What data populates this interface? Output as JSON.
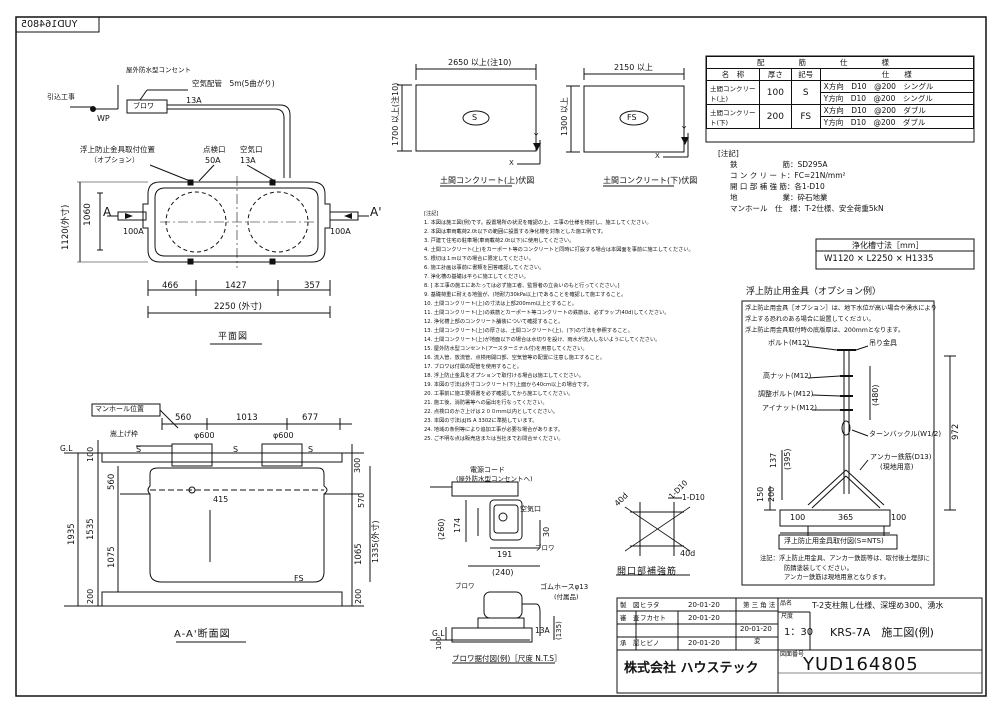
{
  "drawing_no": "YUD164805",
  "plan": {
    "wp_label": "WP",
    "wire_work": "引込工事",
    "outlet": "屋外防水型コンセント",
    "air_pipe": "空気配管　5m(5曲がり)",
    "blower": "ブロワ",
    "pipe_13a": "13A",
    "float_pos": "浮上防止金具取付位置",
    "option": "（オプション）",
    "inlet_label": "点検口",
    "inlet_size": "50A",
    "air_label": "空気口",
    "air_size": "13A",
    "dim_1060": "1060",
    "dim_1120": "1120(外寸)",
    "a_left": "A",
    "a_right": "A'",
    "pipe_in": "100A",
    "pipe_out": "100A",
    "dim_466": "466",
    "dim_1427": "1427",
    "dim_357": "357",
    "dim_2250": "2250 (外寸)",
    "title": "平面図"
  },
  "slab_upper": {
    "w": "2650 以上(注10)",
    "h": "1700 以上(注10)",
    "mark": "S",
    "y": "Y",
    "x": "X",
    "title": "土間コンクリート(上)伏図"
  },
  "slab_lower": {
    "w": "2150 以上",
    "h": "1300 以上",
    "mark": "FS",
    "y": "Y",
    "x": "X",
    "title": "土間コンクリート(下)伏図"
  },
  "rebar_table": {
    "title_1": "配",
    "title_2": "筋",
    "title_3": "仕",
    "title_4": "様",
    "headers": [
      "名　称",
      "厚さ",
      "記号",
      "仕　　様"
    ],
    "rows": [
      {
        "name": "土間コンクリート(上)",
        "t": "100",
        "sym": "S",
        "x": "X方向　D10　@200　シングル",
        "y": "Y方向　D10　@200　シングル"
      },
      {
        "name": "土間コンクリート(下)",
        "t": "200",
        "sym": "FS",
        "x": "X方向　D10　@200　ダブル",
        "y": "Y方向　D10　@200　ダブル"
      }
    ]
  },
  "spec_notes": [
    "[注記]",
    "鉄　　　　　　筋：SD295A",
    "コ ン ク リ ー ト：FC=21N/mm²",
    "開 口 部 補 強 筋：各1-D10",
    "地　　　　　　業：砕石地業",
    "マンホール　仕　様：T-2仕様、安全荷重5kN"
  ],
  "tank_size": {
    "title": "浄化槽寸法［mm］",
    "value": "W1120 × L2250 × H1335"
  },
  "general_notes": [
    "[注記]",
    "1. 本図は施工図(例)です。設置場所の状況を確認の上、工事の仕様を検討し、施工してください。",
    "2. 本図は車両載荷2.0t以下の範囲に設置する浄化槽を対象とした施工例です。",
    "3. 戸建て住宅の駐車場(車両載荷2.0t以下)に使用してください。",
    "4. 土間コンクリート(上)をカーポート等のコンクリートと同時に打設する場合は本図面を事前に施工してください。",
    "5. 根切は１m以下の場合に限定してください。",
    "6. 施工計画は事前に書類を回答確認してください。",
    "7. 浄化槽の基礎は平らに施工してください。",
    "8. [ 本工事の施工にあたっては必ず施工者、監督者の立会いのもと行ってください。]",
    "9. 基礎荷重に耐える地盤が、(地耐力30kPa以上)であることを確認して施工すること。",
    "10. 土間コンクリート(上)の寸法は上部200mm以上とすること。",
    "11. 土間コンクリート(上)の鉄筋とカーポート等コンクリートの鉄筋は、必ずラップ(40d)してください。",
    "12. 浄化槽上部のコンクリート舗装について確認すること。",
    "13. 土間コンクリート(上)の厚さは、土間コンクリート(上)、(下)の寸法を参照すること。",
    "14. 土間コンクリート(上)が地面以下の場合は水切りを設け、雨水が流入しないようにしてください。",
    "15. 屋外防水型コンセント(アースターミナル付)を用意してください。",
    "16. 流入管、放流管、点検用開口部、空気管等の配置に注意し施工すること。",
    "17. ブロワは付属の配管を使用すること。",
    "18. 浮上防止金具をオプションで取付ける場合は施工してください。",
    "19. 本図の寸法は外寸コンクリート(下)上面から40cm以上の場合です。",
    "20. 工事前に施工要領書を必ず確認してから施工してください。",
    "21. 施工後、消防署等への届出を行なってください。",
    "22. 点検口のかさ上げは２００ｍｍ以内としてください。",
    "23. 本図の寸法はJIS A 3302に準拠しています。",
    "24. 地域の条例等により追加工事が必要な場合があります。",
    "25. ご不明な点は販売店または当社までお問合せください。"
  ],
  "section": {
    "manhole_pos": "マンホール位置",
    "dim_560": "560",
    "dim_1013": "1013",
    "dim_677": "677",
    "gl": "G.L",
    "frame": "嵩上げ枠",
    "phi1": "φ600",
    "phi2": "φ600",
    "s1": "S",
    "s2": "S",
    "s3": "S",
    "dim_100": "100",
    "dim_300": "300",
    "dim_1935": "1935",
    "dim_1535": "1535",
    "dim_560v": "560",
    "dim_415": "415",
    "dim_570": "570",
    "dim_1335": "1335(外寸)",
    "dim_1075": "1075",
    "dim_1065": "1065",
    "fs": "FS",
    "dim_200a": "200",
    "dim_200b": "200",
    "title": "A-A'断面図"
  },
  "blower_detail": {
    "cord": "電源コード",
    "outlet": "(屋外防水型コンセントへ)",
    "air": "空気口",
    "blower": "ブロワ",
    "d260": "(260)",
    "d174": "174",
    "d30": "30",
    "d191": "191",
    "d240": "(240)",
    "hose": "ゴムホースφ13",
    "hose2": "(付属品)",
    "blower2": "ブロワ",
    "gl": "G.L",
    "d100": "100",
    "d13a": "13A",
    "d135": "(135)",
    "title": "ブロワ据付図(例)［尺度 N.T.S］"
  },
  "opening": {
    "d40a": "40d",
    "d10": "1-D10",
    "d10b": "1-D10",
    "d40b": "40d",
    "title": "開口部補強筋"
  },
  "float": {
    "title": "浮上防止用金具（オプション例）",
    "n1": "浮上防止用金具［オプション］は、地下水位が高い場合や湧水により",
    "n2": "浮上する恐れのある場合に設置してください。",
    "n3": "浮上防止用金具取付時の底版厚は、200mmとなります。",
    "bolt": "ボルト(M12)",
    "hook": "吊り金具",
    "nut": "高ナット(M12)",
    "adj": "調整ボルト(M12)",
    "eye": "アイナット(M12)",
    "turn": "ターンバックル(W1/2)",
    "anchor": "アンカー鉄筋(D13)",
    "anchor2": "(現地用意)",
    "d480": "(480)",
    "d972": "972",
    "d395": "(395)",
    "d137": "137",
    "d150": "150",
    "d200": "200",
    "d100a": "100",
    "d365": "365",
    "d100b": "100",
    "sub": "浮上防止用金具取付図(S=NTS)",
    "note1": "注記：浮上防止用金具、アンカー鉄筋等は、取付後土埋部に",
    "note2": "防錆塗装してください。",
    "note3": "アンカー鉄筋は現地用意となります。"
  },
  "title_block": {
    "r1": [
      "製　図",
      "ヒラタ",
      "20-01-20"
    ],
    "r2": [
      "審　査",
      "フカセト",
      "20-01-20"
    ],
    "r3": [
      "承　認",
      "ヒビノ",
      "20-01-20"
    ],
    "angle": "第 三 角 法",
    "scale_label": "尺度",
    "scale": "1：30",
    "date": "20-01-20",
    "rev": "変",
    "name_label": "品名",
    "desc": "T-2支柱無し仕様、深埋め300、湧水",
    "model": "KRS-7A　施工図(例)",
    "company": "株式会社 ハウステック",
    "no_label": "図面番号",
    "no": "YUD164805"
  }
}
